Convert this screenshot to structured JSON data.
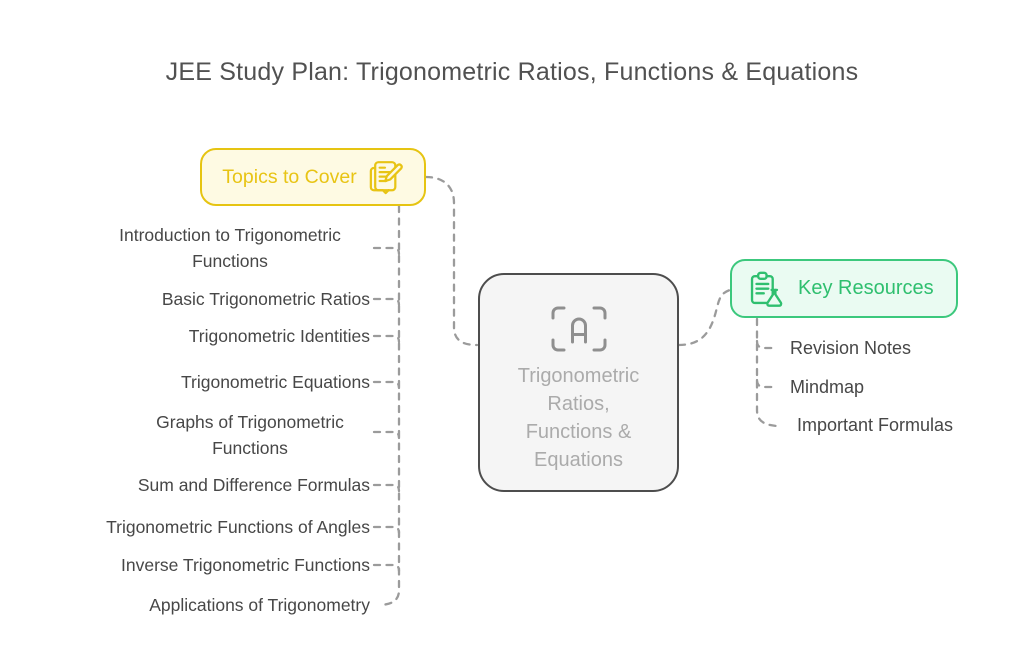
{
  "title": "JEE Study Plan: Trigonometric Ratios, Functions & Equations",
  "center": {
    "label": "Trigonometric Ratios, Functions & Equations",
    "icon": "text-scan-icon",
    "icon_letter": "A"
  },
  "topics": {
    "label": "Topics to Cover",
    "icon": "notepad-pencil-icon",
    "items": [
      "Introduction to Trigonometric Functions",
      "Basic Trigonometric Ratios",
      "Trigonometric Identities",
      "Trigonometric Equations",
      "Graphs of Trigonometric Functions",
      "Sum and Difference Formulas",
      "Trigonometric Functions of Angles",
      "Inverse Trigonometric Functions",
      "Applications of Trigonometry"
    ]
  },
  "resources": {
    "label": "Key Resources",
    "icon": "clipboard-flask-icon",
    "items": [
      "Revision Notes",
      "Mindmap",
      "Important Formulas"
    ]
  },
  "colors": {
    "accent_yellow": "#E6C412",
    "yellow_fill": "#FEFAE3",
    "accent_green": "#3CC87D",
    "green_text": "#2FBF6F",
    "green_fill": "#EAFBF2",
    "center_border": "#4D4D4D",
    "center_fill": "#F5F5F5",
    "center_text": "#ABABAB",
    "connector_gray": "#9B9B9B",
    "item_text": "#474747",
    "title_text": "#515151"
  }
}
